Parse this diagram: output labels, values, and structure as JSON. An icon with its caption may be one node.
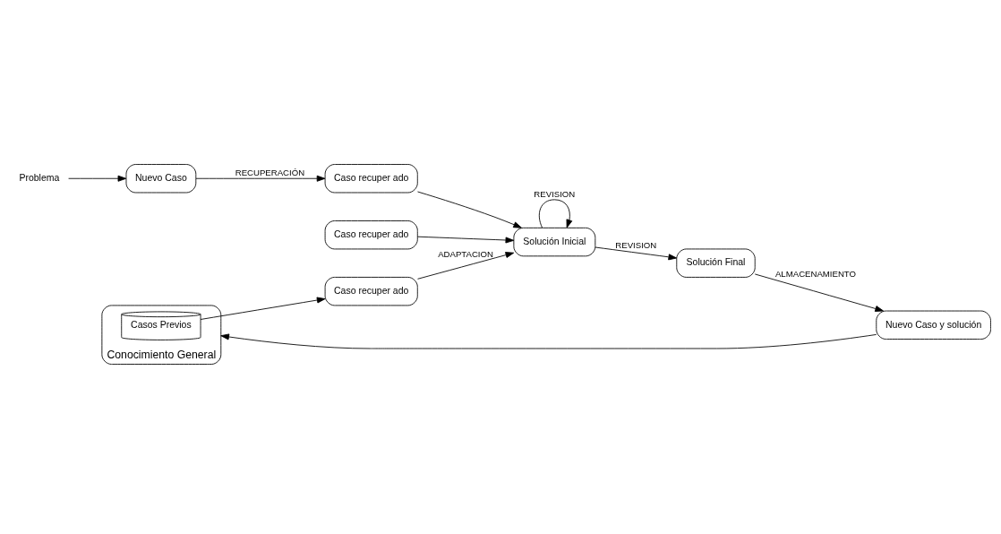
{
  "diagram": {
    "nodes": [
      {
        "text": [
          "Problema"
        ]
      },
      {
        "text": [
          "Nuevo Caso"
        ]
      },
      {
        "text": [
          "Caso recuper ado"
        ]
      },
      {
        "text": [
          "Caso recuper ado"
        ]
      },
      {
        "text": [
          "Caso recuper ado"
        ]
      },
      {
        "text": [
          "Conocimiento General"
        ]
      },
      {
        "text": [
          "Casos Previos"
        ],
        "in": 5
      },
      {
        "text": [
          "Solución Inicial"
        ]
      },
      {
        "text": [
          "Solución Final"
        ]
      },
      {
        "text": [
          "Nuevo Caso y solución"
        ]
      }
    ],
    "edges": [
      {
        "from": 0,
        "to": 1,
        "arrow": "to"
      },
      {
        "from": 1,
        "to": 2,
        "arrow": "to",
        "label": "RECUPERACIÓN"
      },
      {
        "from": 6,
        "to": 4,
        "arrow": "to"
      },
      {
        "from": 4,
        "to": 7,
        "arrow": "to",
        "label": "ADAPTACION"
      },
      {
        "from": 2,
        "to": 7,
        "arrow": "to"
      },
      {
        "from": 3,
        "to": 7,
        "arrow": "to"
      },
      {
        "from": 7,
        "to": 7,
        "arrow": "to",
        "label": "REVISION"
      },
      {
        "from": 7,
        "to": 8,
        "arrow": "to",
        "label": "REVISION"
      },
      {
        "from": 8,
        "to": 9,
        "arrow": "to",
        "label": "ALMACENAMIENTO"
      },
      {
        "from": 9,
        "to": 5,
        "arrow": "to"
      }
    ]
  }
}
